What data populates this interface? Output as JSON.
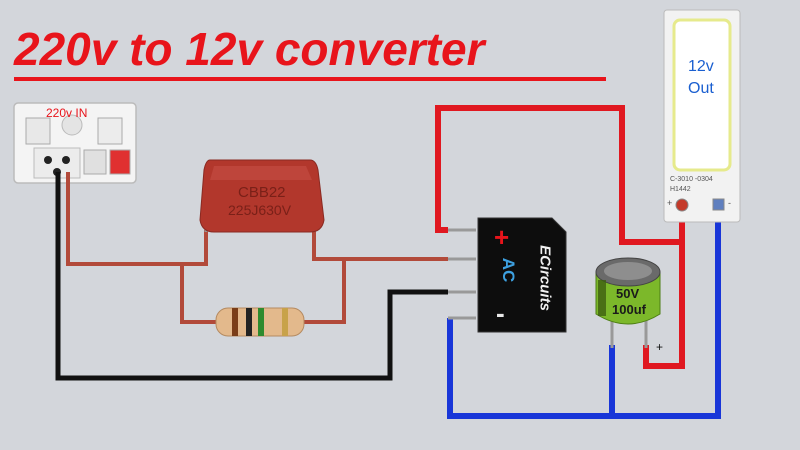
{
  "title": "220v to 12v converter",
  "socket": {
    "label": "220v IN"
  },
  "capacitor": {
    "line1": "CBB22",
    "line2": "225J630V"
  },
  "bridge": {
    "plus": "+",
    "ac": "AC",
    "minus": "-",
    "brand": "ECircuits"
  },
  "electrolytic": {
    "voltage": "50V",
    "capacitance": "100uf",
    "polarity": "+"
  },
  "led": {
    "label_line1": "12v",
    "label_line2": "Out",
    "code": "C-3010 -0304",
    "code2": "H1442",
    "plus": "+",
    "minus": "-"
  },
  "colors": {
    "title": "#e8141b",
    "wire_red": "#e01820",
    "wire_blue": "#1836d8",
    "wire_black": "#111111",
    "wire_brown": "#b24a3a",
    "cap_green": "#7cb82a",
    "cap_body": "#b2372c",
    "background": "#d3d6db"
  }
}
